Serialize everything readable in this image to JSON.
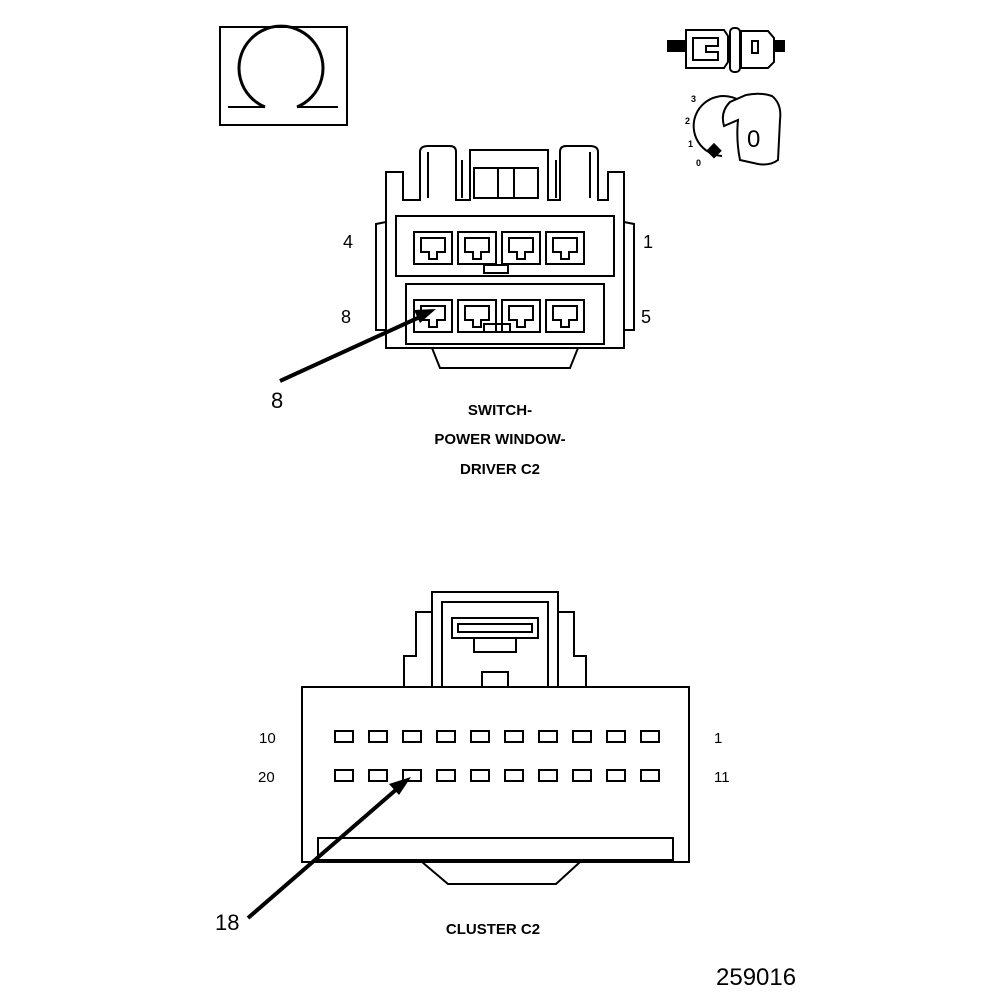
{
  "meter_icon": {
    "name": "ohmmeter-resistance-icon",
    "symbol": "Ω"
  },
  "connector_icon": {
    "name": "connector-plug-icon"
  },
  "ignition_icon": {
    "name": "ignition-key-off-icon",
    "positions": [
      "3",
      "2",
      "1",
      "0"
    ],
    "key_label": "0"
  },
  "connector_c2_switch": {
    "pin_labels": {
      "top_left": "4",
      "top_right": "1",
      "bottom_left": "8",
      "bottom_right": "5"
    },
    "callout": "8",
    "title_lines": [
      "SWITCH-",
      "POWER WINDOW-",
      "DRIVER C2"
    ]
  },
  "connector_c2_cluster": {
    "pin_labels": {
      "top_left": "10",
      "top_right": "1",
      "bottom_left": "20",
      "bottom_right": "11"
    },
    "callout": "18",
    "title": "CLUSTER C2"
  },
  "figure_number": "259016"
}
